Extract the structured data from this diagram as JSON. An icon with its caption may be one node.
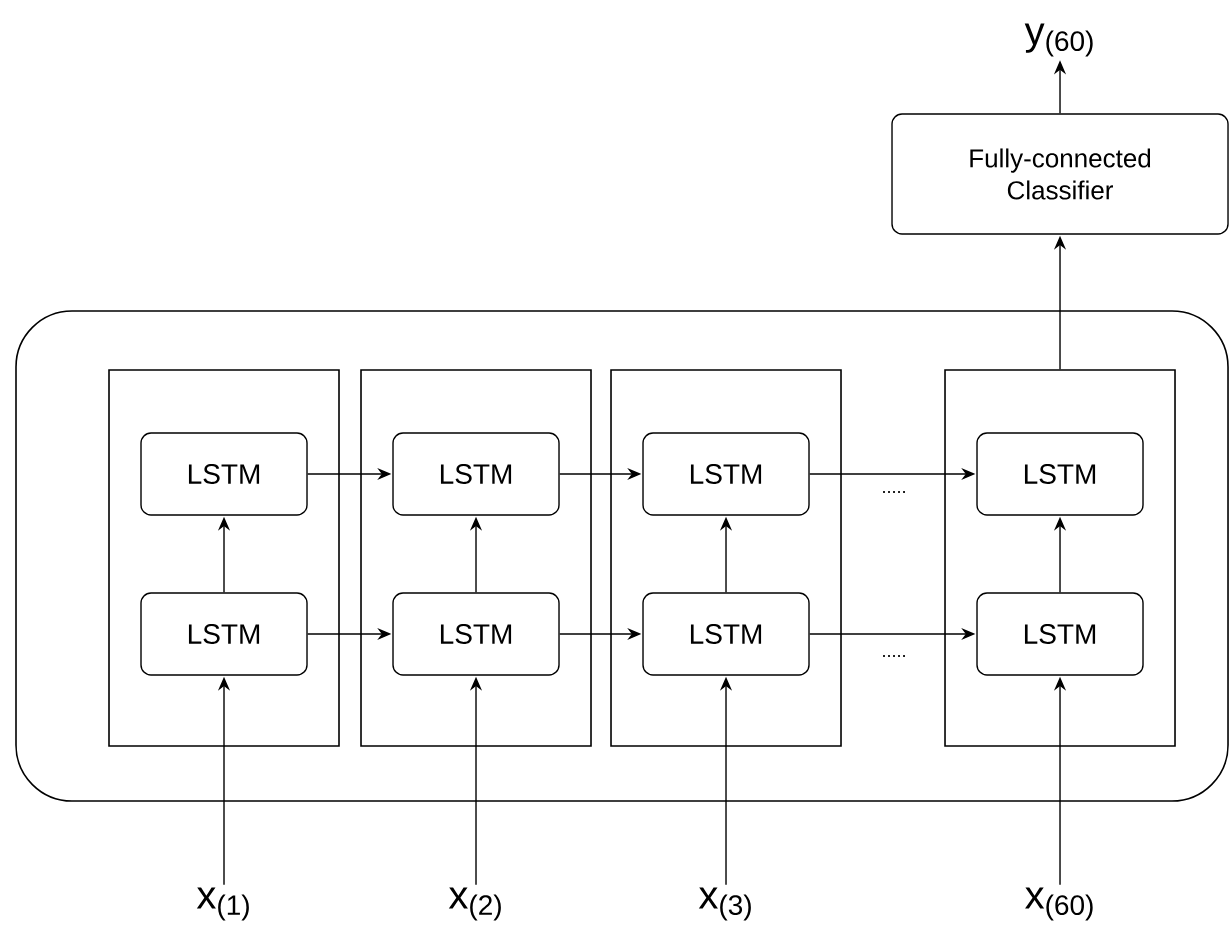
{
  "diagram": {
    "nodes": [
      {
        "text": [],
        "shape": "box"
      },
      {
        "text": [],
        "shape": "box",
        "in": 0
      },
      {
        "text": [
          "LSTM"
        ],
        "in": 1
      },
      {
        "text": [
          "LSTM"
        ],
        "in": 1
      },
      {
        "text": [],
        "shape": "box",
        "in": 0
      },
      {
        "text": [
          "LSTM"
        ],
        "in": 4
      },
      {
        "text": [
          "LSTM"
        ],
        "in": 4
      },
      {
        "text": [],
        "shape": "box",
        "in": 0
      },
      {
        "text": [
          "LSTM"
        ],
        "in": 7
      },
      {
        "text": [
          "LSTM"
        ],
        "in": 7
      },
      {
        "text": [],
        "shape": "box",
        "in": 0
      },
      {
        "text": [
          "LSTM"
        ],
        "in": 10
      },
      {
        "text": [
          "LSTM"
        ],
        "in": 10
      },
      {
        "text": [
          "Fully-connected Classifier"
        ]
      },
      {
        "text": [
          "y$_{(60)}$"
        ]
      },
      {
        "text": [
          "x$_{(1)}$"
        ]
      },
      {
        "text": [
          "x$_{(2)}$"
        ]
      },
      {
        "text": [
          "x$_{(3)}$"
        ]
      },
      {
        "text": [
          "x$_{(60)}$"
        ]
      }
    ],
    "edges": [
      {
        "from": 15,
        "to": 3,
        "arrow": "to"
      },
      {
        "from": 16,
        "to": 6,
        "arrow": "to"
      },
      {
        "from": 17,
        "to": 9,
        "arrow": "to"
      },
      {
        "from": 18,
        "to": 12,
        "arrow": "to"
      },
      {
        "from": 3,
        "to": 2,
        "arrow": "to"
      },
      {
        "from": 6,
        "to": 5,
        "arrow": "to"
      },
      {
        "from": 9,
        "to": 8,
        "arrow": "to"
      },
      {
        "from": 12,
        "to": 11,
        "arrow": "to"
      },
      {
        "from": 2,
        "to": 5,
        "arrow": "to"
      },
      {
        "from": 5,
        "to": 8,
        "arrow": "to"
      },
      {
        "from": 8,
        "to": 11,
        "arrow": "to"
      },
      {
        "from": 3,
        "to": 6,
        "arrow": "to"
      },
      {
        "from": 6,
        "to": 9,
        "arrow": "to"
      },
      {
        "from": 9,
        "to": 12,
        "arrow": "to"
      },
      {
        "from": 10,
        "to": 13,
        "arrow": "to"
      },
      {
        "from": 13,
        "to": 14,
        "arrow": "to"
      }
    ],
    "labels": [
      ".....",
      "....."
    ]
  }
}
